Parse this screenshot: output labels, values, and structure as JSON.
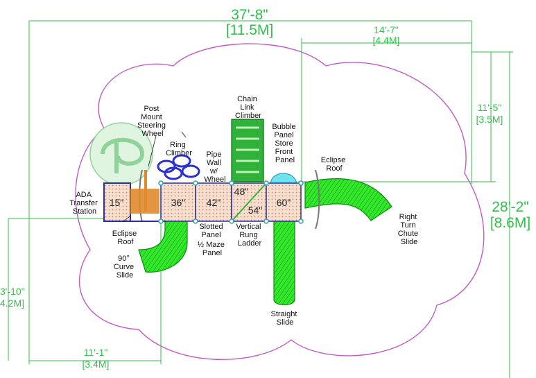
{
  "colors": {
    "dimension": "#2fc24a",
    "boundary": "#c25ac8",
    "slide": "#22e01a",
    "slide_dark": "#0e8a12",
    "deck": "#f3d7c6",
    "frame": "#2a2f9a",
    "dome": "#6fe3ef",
    "post": "#e08a2c"
  },
  "dimensions": {
    "overall_width_ft": "37'-8\"",
    "overall_width_m": "[11.5M]",
    "right_width_ft": "14'-7\"",
    "right_width_m": "[4.4M]",
    "right_height_ft": "11'-5\"",
    "right_height_m": "[3.5M]",
    "overall_height_ft": "28'-2\"",
    "overall_height_m": "[8.6M]",
    "left_height_ft": "3'-10\"",
    "left_height_m": "4.2M]",
    "bottom_width_ft": "11'-1\"",
    "bottom_width_m": "[3.4M]"
  },
  "decks": {
    "d15": "15\"",
    "d36": "36\"",
    "d42": "42\"",
    "d48": "48\"",
    "d54": "54\"",
    "d60": "60\""
  },
  "labels": {
    "ada_1": "ADA",
    "ada_2": "Transfer",
    "ada_3": "Station",
    "pmsw_1": "Post",
    "pmsw_2": "Mount",
    "pmsw_3": "Steering",
    "pmsw_4": "Wheel",
    "ring_1": "Ring",
    "ring_2": "Climber",
    "pipe_1": "Pipe",
    "pipe_2": "Wall",
    "pipe_3": "w/",
    "pipe_4": "Wheel",
    "chain_1": "Chain",
    "chain_2": "Link",
    "chain_3": "Climber",
    "bubble_1": "Bubble",
    "bubble_2": "Panel",
    "bubble_3": "Store",
    "bubble_4": "Front",
    "bubble_5": "Panel",
    "eclipse_r_1": "Eclipse",
    "eclipse_r_2": "Roof",
    "eclipse_l_1": "Eclipse",
    "eclipse_l_2": "Roof",
    "slotted_1": "Slotted",
    "slotted_2": "Panel",
    "maze_1": "½ Maze",
    "maze_2": "Panel",
    "vert_1": "Vertical",
    "vert_2": "Rung",
    "vert_3": "Ladder",
    "curve_1": "90°",
    "curve_2": "Curve",
    "curve_3": "Slide",
    "straight_1": "Straight",
    "straight_2": "Slide",
    "right_1": "Right",
    "right_2": "Turn",
    "right_3": "Chute",
    "right_4": "Slide"
  }
}
